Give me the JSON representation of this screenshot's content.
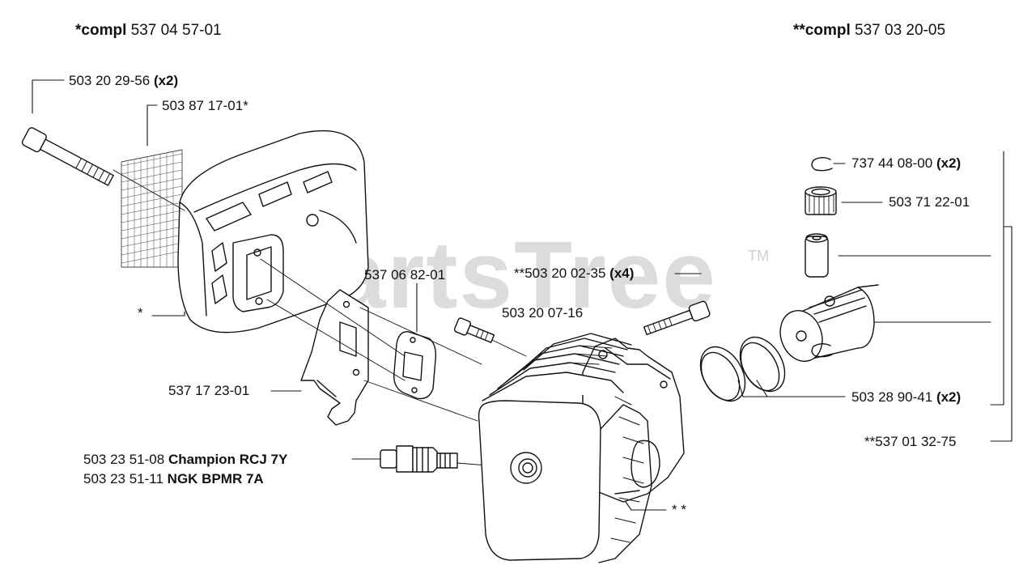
{
  "watermark": {
    "text": "PartsTree",
    "tm": "TM"
  },
  "headers": {
    "left": {
      "prefix": "*compl",
      "number": "537 04 57-01"
    },
    "right": {
      "prefix": "**compl",
      "number": "537 03 20-05"
    }
  },
  "labels": {
    "bolt_long": {
      "number": "503 20 29-56",
      "qty": "(x2)"
    },
    "muffler_screen": {
      "number": "503 87 17-01*"
    },
    "muffler_star": {
      "number": "*"
    },
    "bracket": {
      "number": "537 17 23-01"
    },
    "gasket": {
      "number": "537 06 82-01"
    },
    "screw_small": {
      "number": "503 20 07-16"
    },
    "cyl_bolt": {
      "number": "**503 20 02-35",
      "qty": "(x4)"
    },
    "spark_champion": {
      "number": "503 23 51-08",
      "name": "Champion RCJ 7Y"
    },
    "spark_ngk": {
      "number": "503 23 51-11",
      "name": "NGK BPMR 7A"
    },
    "cylinder_star": {
      "number": "* *"
    },
    "circlip": {
      "number": "737 44 08-00",
      "qty": "(x2)"
    },
    "bearing": {
      "number": "503 71 22-01"
    },
    "piston_ring": {
      "number": "503 28 90-41",
      "qty": "(x2)"
    },
    "piston_kit": {
      "number": "**537 01 32-75"
    }
  },
  "colors": {
    "line": "#111111",
    "watermark": "#dcdcdc",
    "fill": "#ffffff"
  }
}
